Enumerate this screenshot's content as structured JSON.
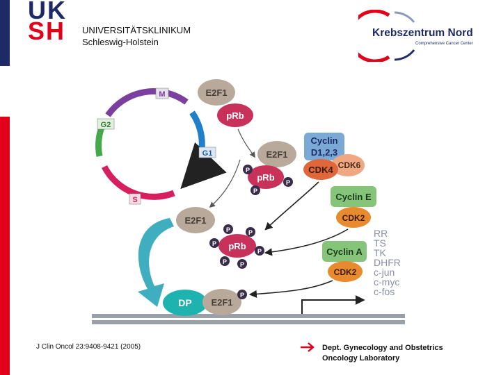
{
  "header": {
    "logo_line1": "UK",
    "logo_line2": "SH",
    "institution_line1": "UNIVERSITÄTSKLINIKUM",
    "institution_line2": "Schleswig-Holstein",
    "partner_name": "Krebszentrum Nord",
    "partner_subtitle": "Comprehensive Cancer Center"
  },
  "diagram": {
    "phases": {
      "m": "M",
      "g1": "G1",
      "s": "S",
      "g2": "G2"
    },
    "proteins": {
      "e2f1": "E2F1",
      "prb": "pRb",
      "phosphate": "P",
      "cyclin_d_line1": "Cyclin",
      "cyclin_d_line2": "D1,2,3",
      "cdk4": "CDK4",
      "cdk6": "CDK6",
      "cyclin_e": "Cyclin E",
      "cdk2": "CDK2",
      "cyclin_a": "Cyclin A",
      "dp": "DP"
    },
    "target_genes": [
      "RR",
      "TS",
      "TK",
      "DHFR",
      "c-jun",
      "c-myc",
      "c-fos"
    ],
    "colors": {
      "e2f1": "#b8a99a",
      "prb": "#c8325a",
      "phosphate": "#3a2d49",
      "cyclin_d": "#7aa9d6",
      "cdk4": "#e0673a",
      "cdk6": "#f0a882",
      "cyclin_e_a": "#86c47a",
      "cdk2": "#e88a2e",
      "dp": "#1fb3b0",
      "arc_m": "#7b3fa0",
      "arc_g1": "#1f7fc8",
      "arc_s": "#d61f5c",
      "arc_g2": "#45a84a"
    }
  },
  "footer": {
    "citation": "J Clin Oncol 23:9408-9421 (2005)",
    "dept_line1": "Dept. Gynecology and Obstetrics",
    "dept_line2": "Oncology Laboratory"
  }
}
